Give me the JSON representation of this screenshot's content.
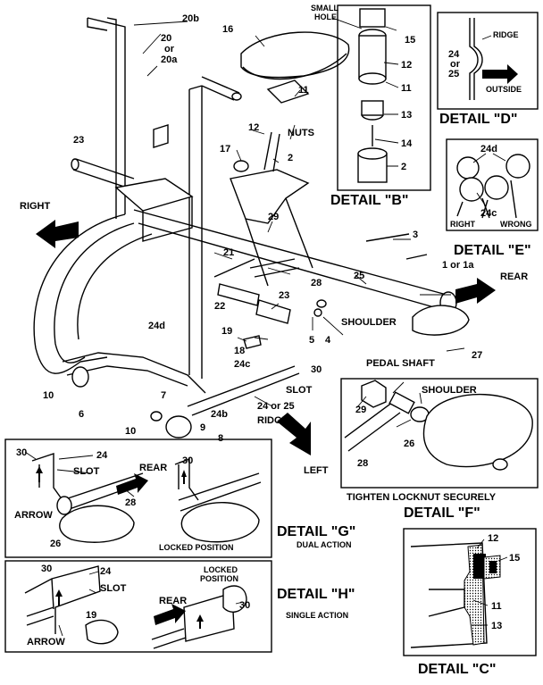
{
  "parts": {
    "p1": "1 or 1a",
    "p2": "2",
    "p3": "3",
    "p4": "4",
    "p5": "5",
    "p6": "6",
    "p7": "7",
    "p8": "8",
    "p9": "9",
    "p10": "10",
    "p10b": "10",
    "p11": "11",
    "p12": "12",
    "p16": "16",
    "p17": "17",
    "p18": "18",
    "p19": "19",
    "p20": "20",
    "p20or": "or",
    "p20a": "20a",
    "p20b": "20b",
    "p21": "21",
    "p22": "22",
    "p23": "23",
    "p23b": "23",
    "p24c": "24c",
    "p24d": "24d",
    "p24b": "24b",
    "p2425": "24 or 25",
    "p25": "25",
    "p26": "26",
    "p27": "27",
    "p28": "28",
    "p29": "29",
    "p30": "30",
    "nuts": "NUTS",
    "shoulder": "SHOULDER",
    "slot": "SLOT",
    "ridge": "RIDGE"
  },
  "directions": {
    "right": "RIGHT",
    "left": "LEFT",
    "rear": "REAR"
  },
  "detail_b": {
    "title": "DETAIL \"B\"",
    "small": "SMALL",
    "hole": "HOLE",
    "n15": "15",
    "n12": "12",
    "n11": "11",
    "n13": "13",
    "n14": "14",
    "n2": "2"
  },
  "detail_d": {
    "title": "DETAIL \"D\"",
    "ridge": "RIDGE",
    "n24": "24",
    "or": "or",
    "n25": "25",
    "outside": "OUTSIDE"
  },
  "detail_e": {
    "title": "DETAIL \"E\"",
    "n24d": "24d",
    "n24c": "24c",
    "right": "RIGHT",
    "wrong": "WRONG"
  },
  "detail_f": {
    "title": "DETAIL \"F\"",
    "caption": "TIGHTEN LOCKNUT SECURELY",
    "pedal_shaft": "PEDAL SHAFT",
    "shoulder": "SHOULDER",
    "n29": "29",
    "n26": "26",
    "n28": "28"
  },
  "detail_g": {
    "title": "DETAIL \"G\"",
    "subtitle": "DUAL ACTION",
    "n30": "30",
    "n24": "24",
    "slot": "SLOT",
    "rear": "REAR",
    "n30b": "30",
    "n28": "28",
    "arrow": "ARROW",
    "n26": "26",
    "locked": "LOCKED POSITION"
  },
  "detail_h": {
    "title": "DETAIL \"H\"",
    "subtitle": "SINGLE ACTION",
    "n30": "30",
    "n24": "24",
    "slot": "SLOT",
    "n19": "19",
    "arrow": "ARROW",
    "rear": "REAR",
    "locked1": "LOCKED",
    "locked2": "POSITION",
    "n30b": "30"
  },
  "detail_c": {
    "title": "DETAIL \"C\"",
    "n12": "12",
    "n15": "15",
    "n11": "11",
    "n13": "13"
  }
}
